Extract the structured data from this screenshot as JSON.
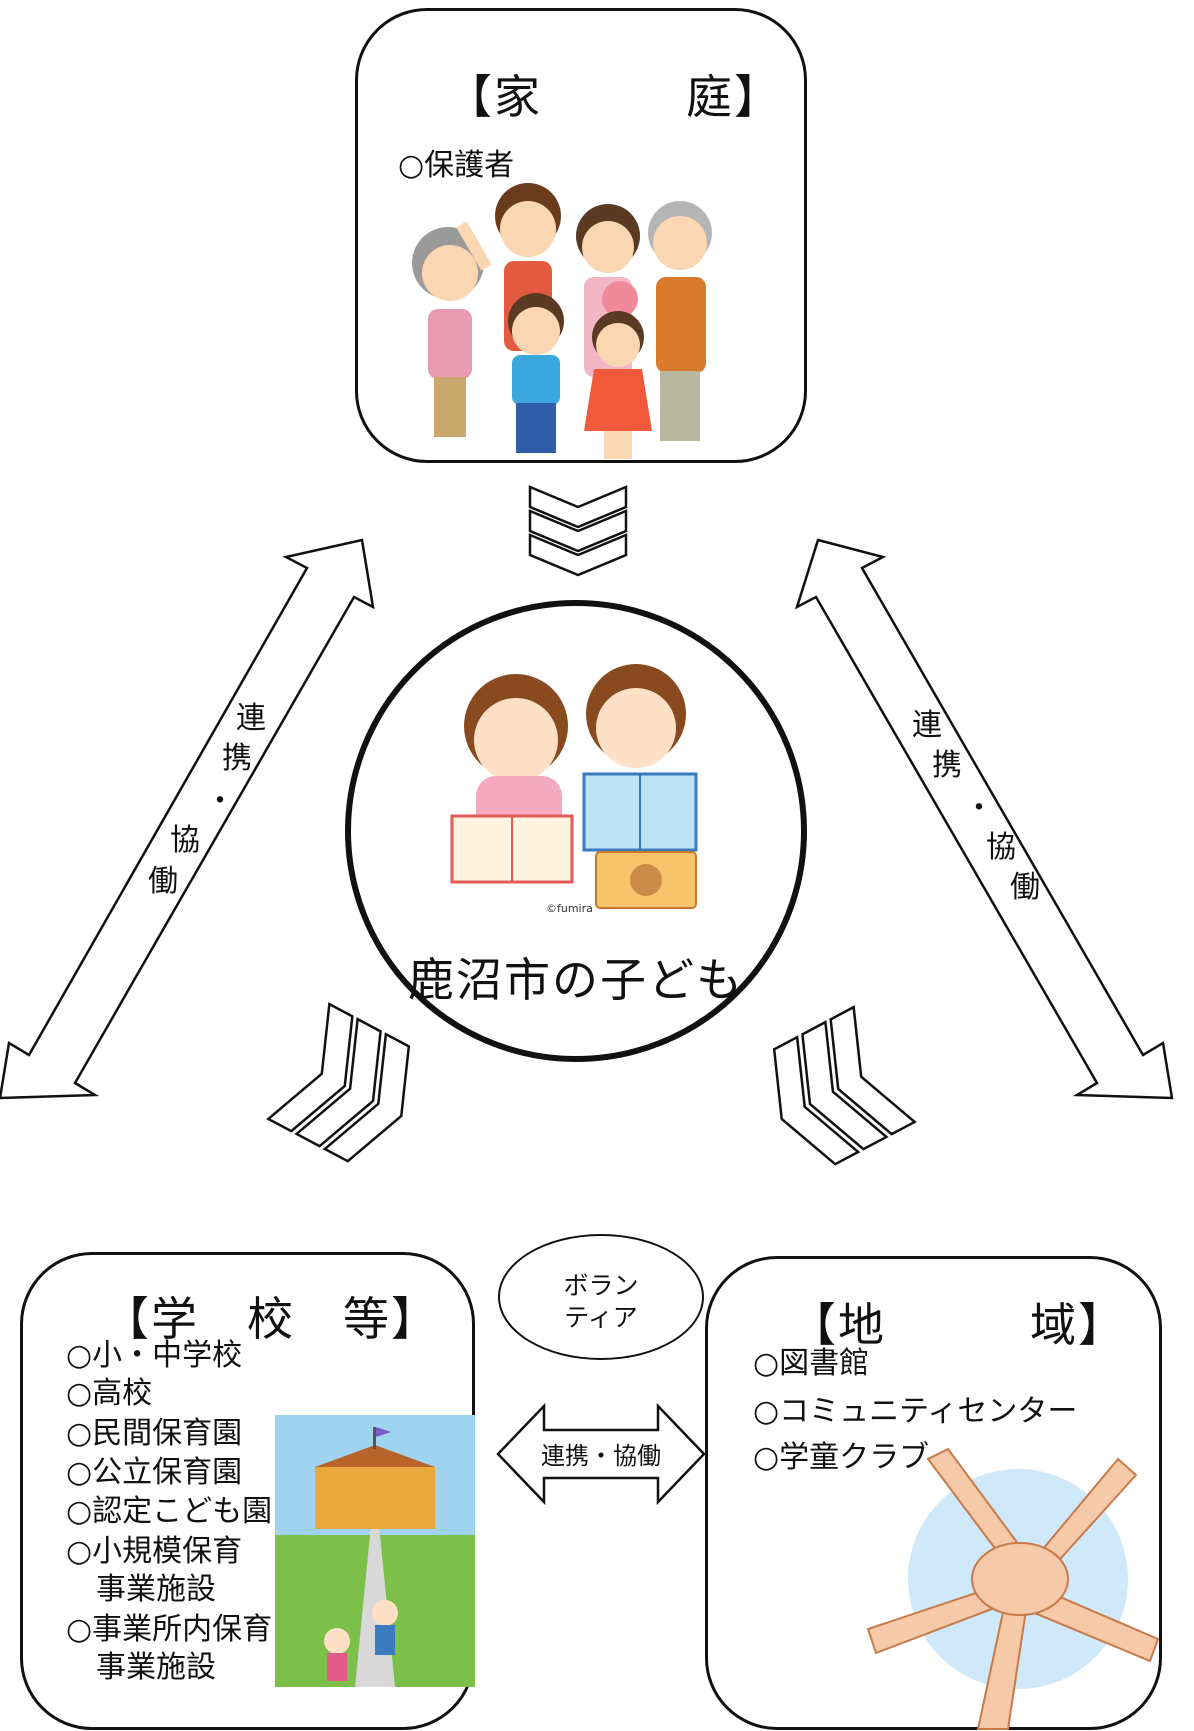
{
  "family": {
    "title": "【家　　　庭】",
    "items": [
      "○保護者"
    ],
    "illustration": "family-illustration"
  },
  "center": {
    "label": "鹿沼市の子ども",
    "illustration": "children-reading-illustration",
    "credit": "©fumira"
  },
  "school": {
    "title": "【学　校　等】",
    "items": [
      "○小・中学校",
      "○高校",
      "○民間保育園",
      "○公立保育園",
      "○認定こども園",
      "○小規模保育",
      "　事業施設",
      "○事業所内保育",
      "　事業施設"
    ],
    "illustration": "school-illustration"
  },
  "community": {
    "title": "【地　　　域】",
    "items": [
      "○図書館",
      "○コミュニティセンター",
      "○学童クラブ"
    ],
    "illustration": "joined-hands-illustration"
  },
  "volunteer": {
    "line1": "ボラン",
    "line2": "ティア"
  },
  "links": {
    "left": [
      "連",
      "携",
      "・",
      "協",
      "働"
    ],
    "right": [
      "連",
      "携",
      "・",
      "協",
      "働"
    ],
    "bottom": "連携・協働"
  }
}
